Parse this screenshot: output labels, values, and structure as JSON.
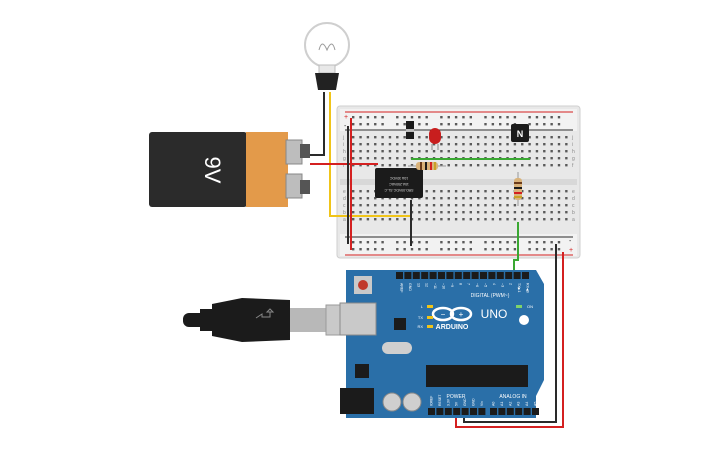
{
  "battery": {
    "label": "9V",
    "body_color": "#2b2b2b",
    "cap_color": "#e39a4a"
  },
  "arduino": {
    "brand": "ARDUINO",
    "model": "UNO",
    "digital_header_label": "DIGITAL (PWM~)",
    "analog_header_label": "ANALOG IN",
    "power_header_label": "POWER",
    "on_label": "ON",
    "led_labels": [
      "L",
      "TX",
      "RX"
    ],
    "digital_pins": [
      "AREF",
      "GND",
      "13",
      "12",
      "~11",
      "~10",
      "~9",
      "8",
      "7",
      "~6",
      "~5",
      "4",
      "~3",
      "2",
      "TX▶1",
      "RX◀0"
    ],
    "power_pins": [
      "IOREF",
      "RESET",
      "3.3V",
      "5V",
      "GND",
      "GND",
      "Vin"
    ],
    "analog_pins": [
      "A0",
      "A1",
      "A2",
      "A3",
      "A4",
      "A5"
    ],
    "board_color": "#2a6fa8"
  },
  "relay": {
    "text_lines": [
      "SRD-05VDC-SL-C",
      "10A 250VAC",
      "10A 30VDC"
    ]
  },
  "transistor": {
    "label": "N"
  },
  "breadboard": {
    "rail_plus": "+",
    "rail_minus": "-",
    "row_letters_top": [
      "j",
      "i",
      "h",
      "g",
      "f"
    ],
    "row_letters_bottom": [
      "e",
      "d",
      "c",
      "b",
      "a"
    ]
  },
  "wire_colors": {
    "red": "#d42020",
    "black": "#2a2a2a",
    "yellow": "#f0c419",
    "green": "#3aa832",
    "gray": "#8a8a8a"
  },
  "led": {
    "color": "#c81e1e"
  },
  "bulb": {
    "socket_color": "#222222"
  }
}
